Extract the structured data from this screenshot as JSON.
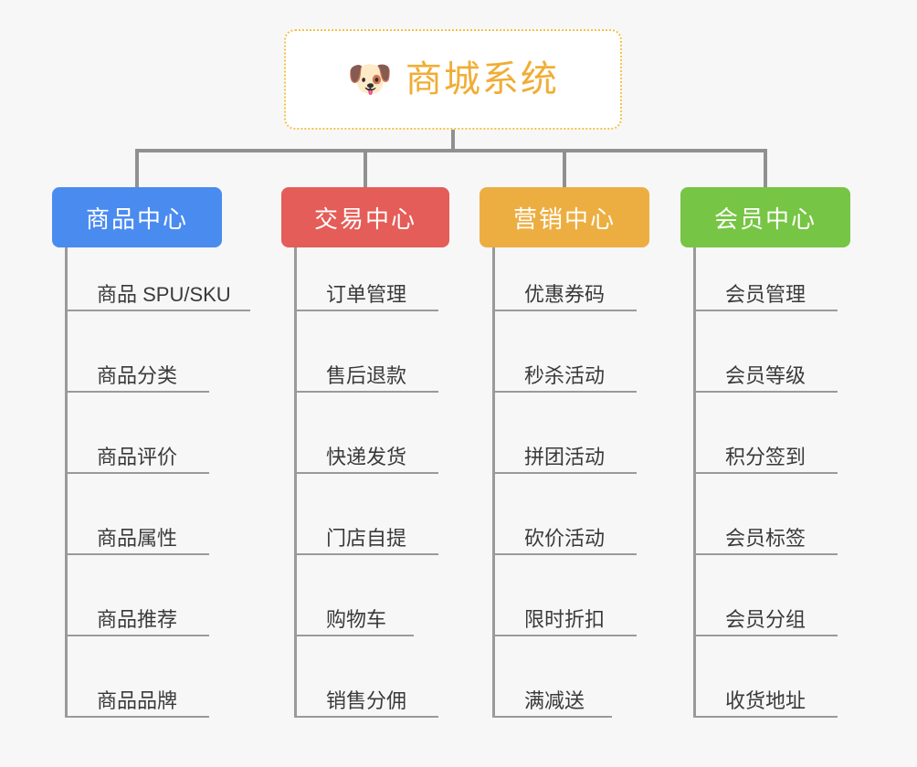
{
  "root": {
    "icon": "dog-face-icon",
    "icon_glyph": "🐶",
    "label": "商城系统",
    "text_color": "#F0AD35",
    "border_color": "#F2C14B"
  },
  "colors": {
    "background": "#F7F7F7",
    "connector": "#909090",
    "leaf_line": "#9A9A9A",
    "leaf_text": "#3A3A3A"
  },
  "categories": [
    {
      "label": "商品中心",
      "color": "#4A8BF0",
      "items": [
        {
          "label": "商品 SPU/SKU"
        },
        {
          "label": "商品分类"
        },
        {
          "label": "商品评价"
        },
        {
          "label": "商品属性"
        },
        {
          "label": "商品推荐"
        },
        {
          "label": "商品品牌"
        }
      ]
    },
    {
      "label": "交易中心",
      "color": "#E45D58",
      "items": [
        {
          "label": "订单管理"
        },
        {
          "label": "售后退款"
        },
        {
          "label": "快递发货"
        },
        {
          "label": "门店自提"
        },
        {
          "label": "购物车"
        },
        {
          "label": "销售分佣"
        }
      ]
    },
    {
      "label": "营销中心",
      "color": "#EDAE41",
      "items": [
        {
          "label": "优惠券码"
        },
        {
          "label": "秒杀活动"
        },
        {
          "label": "拼团活动"
        },
        {
          "label": "砍价活动"
        },
        {
          "label": "限时折扣"
        },
        {
          "label": "满减送"
        }
      ]
    },
    {
      "label": "会员中心",
      "color": "#76C544",
      "items": [
        {
          "label": "会员管理"
        },
        {
          "label": "会员等级"
        },
        {
          "label": "积分签到"
        },
        {
          "label": "会员标签"
        },
        {
          "label": "会员分组"
        },
        {
          "label": "收货地址"
        }
      ]
    }
  ]
}
